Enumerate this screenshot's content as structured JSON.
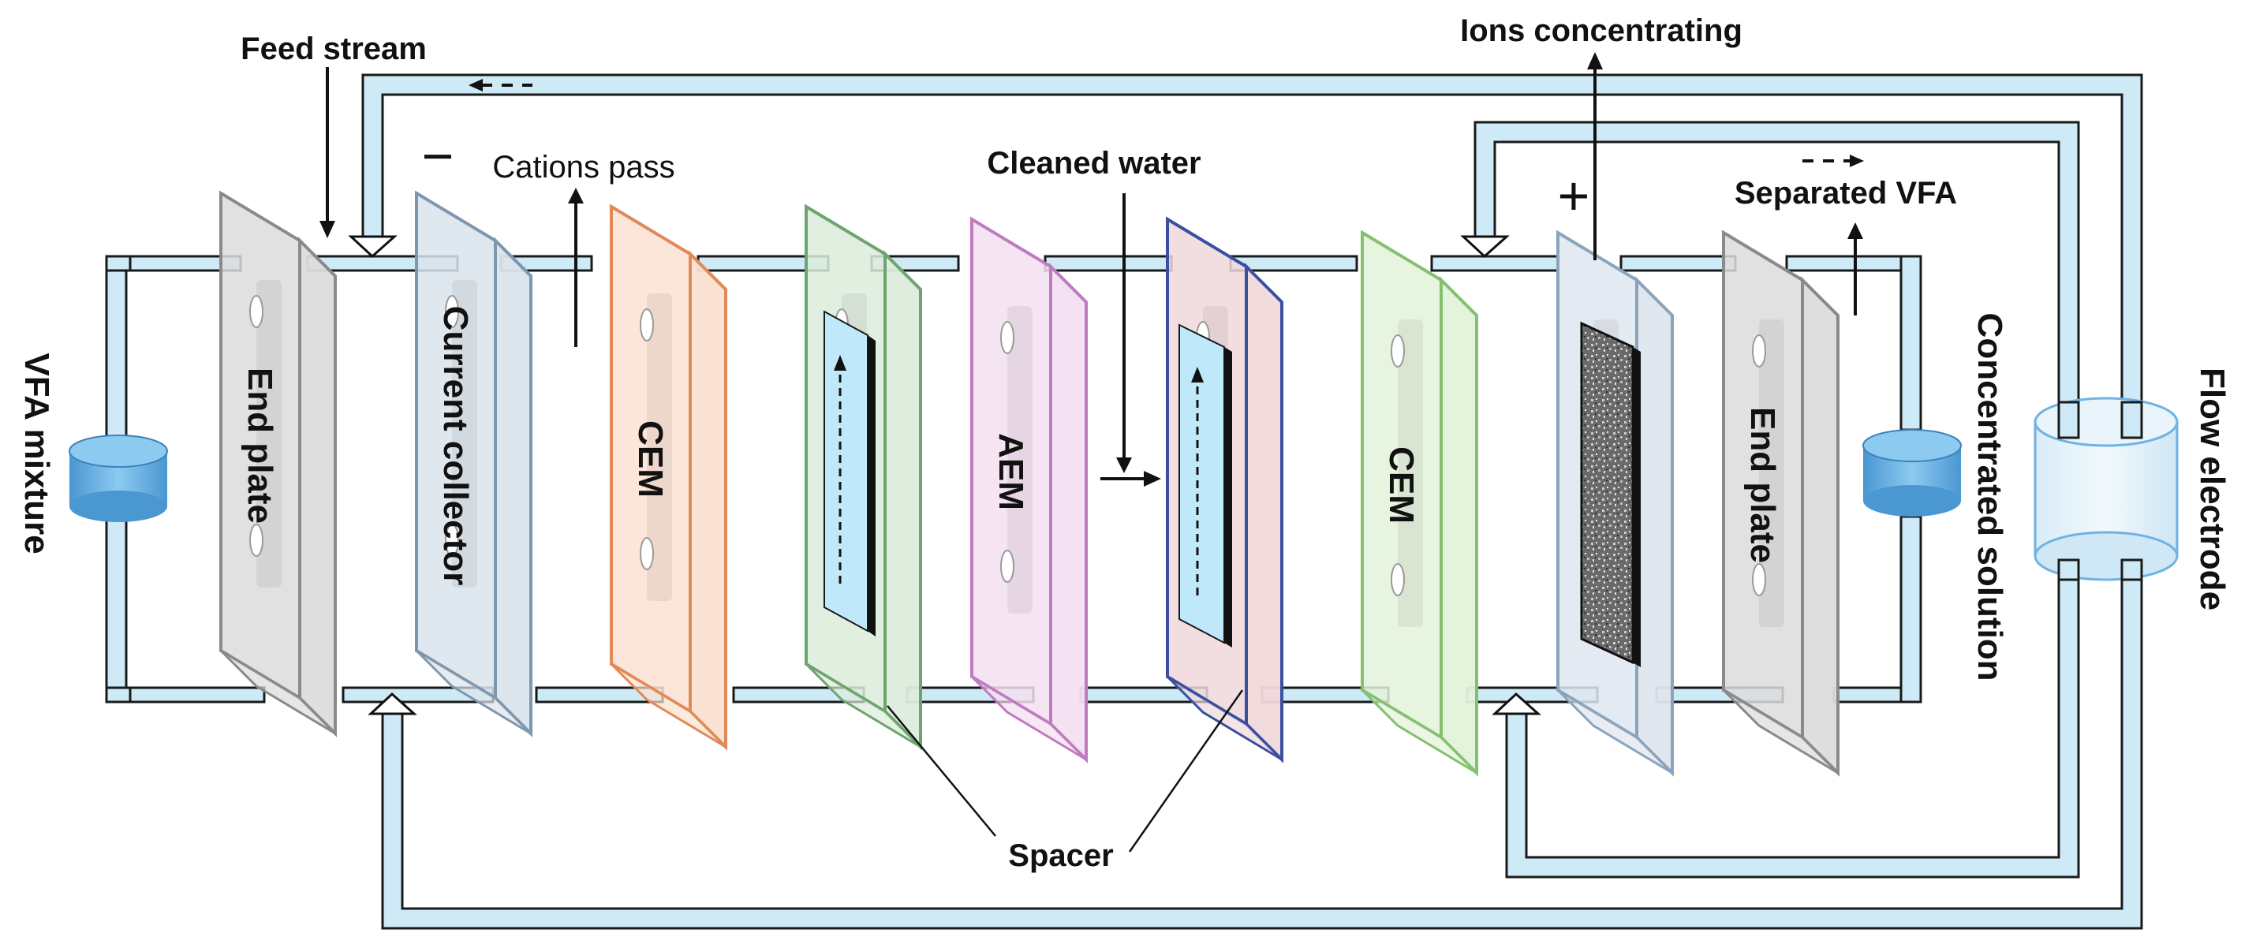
{
  "labels": {
    "feed_stream": "Feed stream",
    "ions_concentrating": "Ions concentrating",
    "cations_pass": "Cations pass",
    "cleaned_water": "Cleaned water",
    "separated_vfa": "Separated VFA",
    "spacer": "Spacer",
    "vfa_mixture": "VFA mixture",
    "concentrated_solution": "Concentrated solution",
    "flow_electrode": "Flow electrode",
    "minus_sign": "−",
    "plus_sign": "+"
  },
  "plates": [
    {
      "label": "End plate",
      "color": "#dcdcdc",
      "edge": "#8a8a8a"
    },
    {
      "label": "Current  collector",
      "color": "#dbe4ec",
      "edge": "#7f97ad"
    },
    {
      "label": "CEM",
      "color": "#fbe1d2",
      "edge": "#e08a5a"
    },
    {
      "label": "",
      "color": "#dcecdc",
      "edge": "#6ea46e"
    },
    {
      "label": "AEM",
      "color": "#f3dff0",
      "edge": "#c07ac0"
    },
    {
      "label": "",
      "color": "#f0d8da",
      "edge": "#3a4fa0"
    },
    {
      "label": "CEM",
      "color": "#e3f2da",
      "edge": "#84c070"
    },
    {
      "label": "",
      "color": "#dfe6ee",
      "edge": "#8aa4bc"
    },
    {
      "label": "End plate",
      "color": "#dcdcdc",
      "edge": "#8a8a8a"
    }
  ],
  "colors": {
    "pipe_fill": "#cfeaf7",
    "reservoir_fill": "#6fb3e3",
    "spacer_channel": "#bfe9fb"
  }
}
